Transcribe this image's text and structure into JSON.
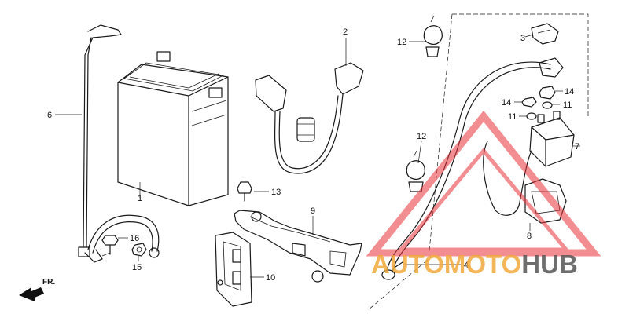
{
  "callouts": {
    "c1": "1",
    "c2": "2",
    "c3": "3",
    "c4": "4",
    "c6": "6",
    "c7": "7",
    "c8": "8",
    "c9": "9",
    "c10": "10",
    "c11a": "11",
    "c11b": "11",
    "c12a": "12",
    "c12b": "12",
    "c13": "13",
    "c14a": "14",
    "c14b": "14",
    "c15": "15",
    "c16": "16"
  },
  "direction_marker": "FR.",
  "watermark": {
    "part1": "AUTOMOTO",
    "part2": "HUB",
    "color_primary": "#f2a93b",
    "color_secondary": "#555555",
    "triangle_color": "#e8333a"
  }
}
